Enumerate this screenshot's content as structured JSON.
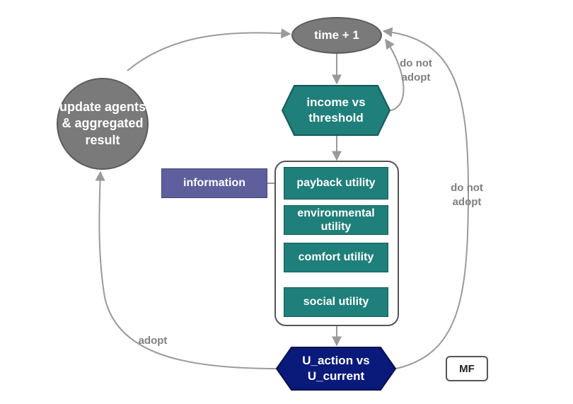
{
  "nodes": {
    "time": "time + 1",
    "update": "update agents & aggregated result",
    "income": "income vs threshold",
    "information": "information",
    "utilities": [
      "payback utility",
      "environmental utility",
      "comfort utility",
      "social utility"
    ],
    "decision": "U_action vs U_current"
  },
  "edges": {
    "do_not_adopt_income": "do not adopt",
    "do_not_adopt_decision": "do not adopt",
    "adopt": "adopt"
  },
  "badge": "MF",
  "colors": {
    "grey_node": "#7a7a7a",
    "teal": "#1f7f7a",
    "navy": "#0a1a7a",
    "purple": "#5e5f9c",
    "edge": "#9a9a9a",
    "edge_label": "#7f7f7f"
  }
}
